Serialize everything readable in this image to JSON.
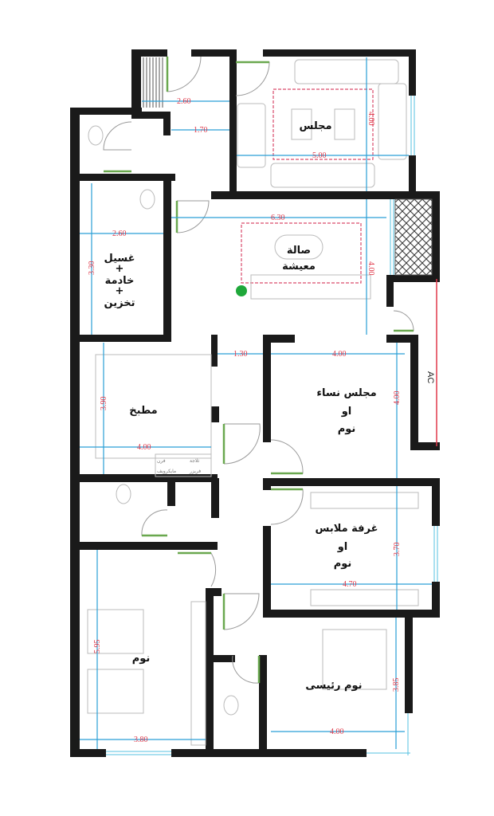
{
  "rooms": {
    "majlis": "مجلس",
    "living_1": "صالة",
    "living_2": "معيشة",
    "laundry_1": "غسيل",
    "laundry_2": "خادمة",
    "laundry_3": "تخزين",
    "plus": "+",
    "kitchen": "مطبخ",
    "women_1": "مجلس نساء",
    "women_2": "او",
    "women_3": "نوم",
    "dressing_1": "غرفة ملابس",
    "dressing_2": "او",
    "dressing_3": "نوم",
    "bedroom": "نوم",
    "master": "نوم رئيسى",
    "ac": "AC"
  },
  "appliances": {
    "fridge": "ثلاجة",
    "freezer": "فريزر",
    "oven": "فرن",
    "microwave": "مايكرويف"
  },
  "dimensions": {
    "entry_width": "2.60",
    "corridor_width": "1.70",
    "majlis_width": "5.00",
    "majlis_depth": "4.00",
    "living_width": "6.30",
    "living_depth": "4.00",
    "laundry_width": "2.60",
    "laundry_depth": "3.30",
    "hall_width": "1.30",
    "kitchen_depth": "3.90",
    "kitchen_width": "4.00",
    "women_width": "4.00",
    "women_depth": "4.00",
    "dressing_depth": "3.70",
    "dressing_width": "4.70",
    "bedroom_depth": "5.95",
    "bedroom_width": "3.80",
    "master_depth": "3.85",
    "master_width": "4.00"
  },
  "colors": {
    "wall": "#1a1a1a",
    "dimension_line": "#2a9fd6",
    "dimension_text": "#e0394a",
    "door_leaf": "#6aa84f"
  }
}
